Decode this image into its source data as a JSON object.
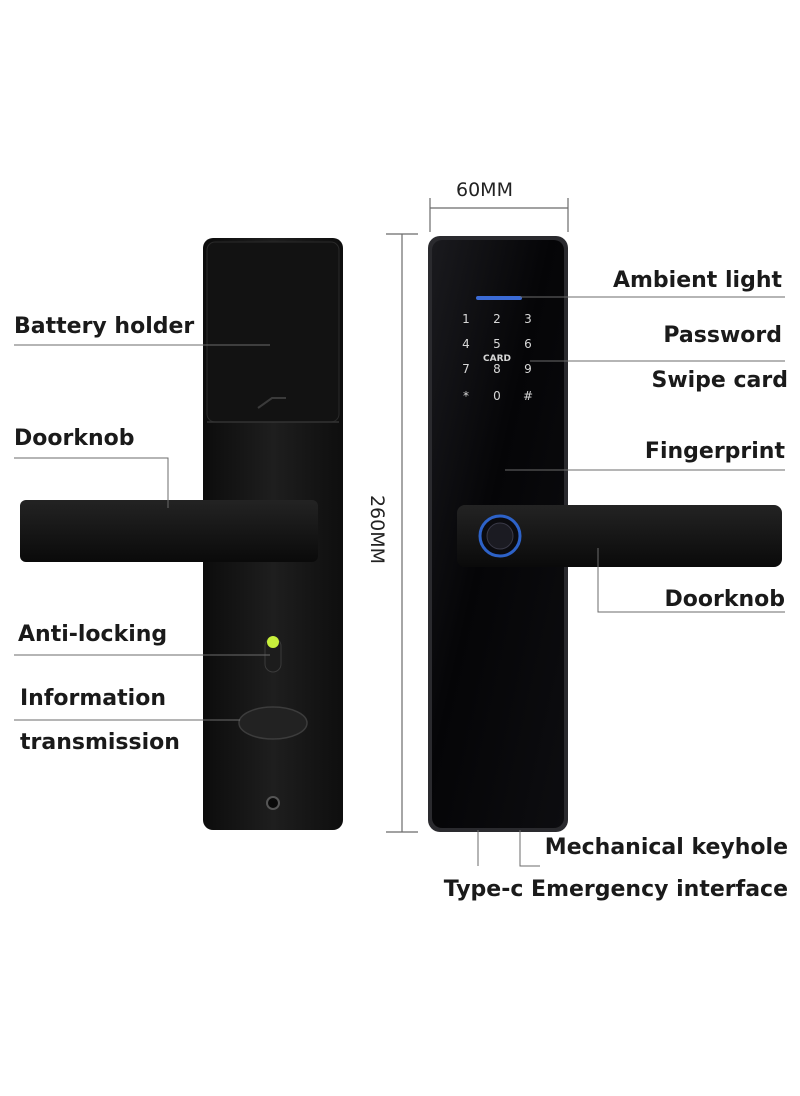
{
  "dimensions": {
    "width": "60MM",
    "height": "260MM"
  },
  "labels_left": {
    "battery_holder": "Battery holder",
    "doorknob": "Doorknob",
    "anti_locking": "Anti-locking",
    "information": "Information",
    "transmission": "transmission"
  },
  "labels_right": {
    "ambient_light": "Ambient light",
    "password": "Password",
    "swipe_card": "Swipe card",
    "fingerprint": "Fingerprint",
    "doorknob": "Doorknob",
    "mechanical_keyhole": "Mechanical keyhole",
    "typec_interface": "Type-c Emergency interface"
  },
  "keypad": {
    "keys": [
      "1",
      "2",
      "3",
      "4",
      "5",
      "6",
      "7",
      "8",
      "9",
      "*",
      "0",
      "#"
    ],
    "card_text": "CARD"
  },
  "colors": {
    "lock_body": "#141414",
    "lock_front": "#060608",
    "ambient_light": "#3b6bd6",
    "anti_lock_indicator": "#c8f03c",
    "fingerprint_ring": "#2d62c8",
    "line_color": "#6b6b6b"
  }
}
